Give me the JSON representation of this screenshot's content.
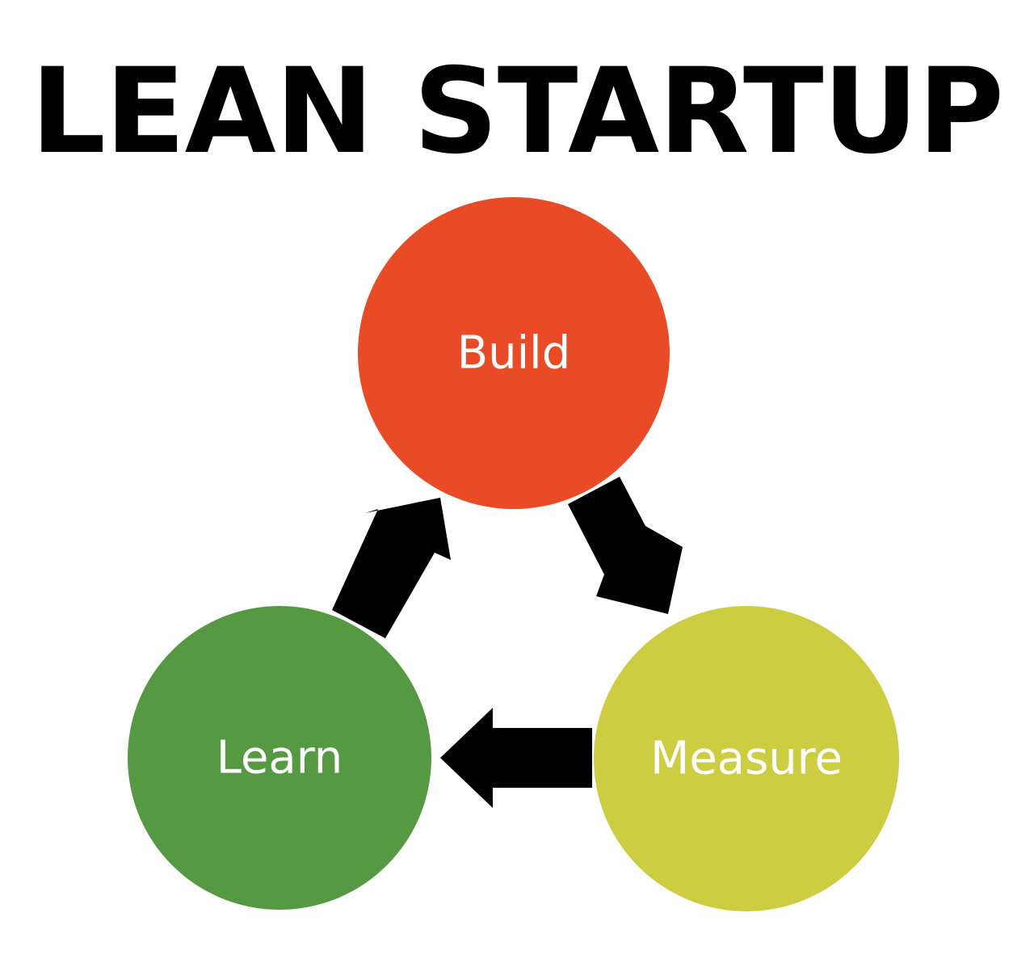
{
  "title": "LEAN STARTUP",
  "nodes": [
    {
      "id": "build",
      "label": "Build",
      "color": "#E84B26"
    },
    {
      "id": "measure",
      "label": "Measure",
      "color": "#CDCD41"
    },
    {
      "id": "learn",
      "label": "Learn",
      "color": "#559A42"
    }
  ],
  "edges": [
    {
      "from": "build",
      "to": "measure"
    },
    {
      "from": "measure",
      "to": "learn"
    },
    {
      "from": "learn",
      "to": "build"
    }
  ],
  "arrow_color": "#000000"
}
